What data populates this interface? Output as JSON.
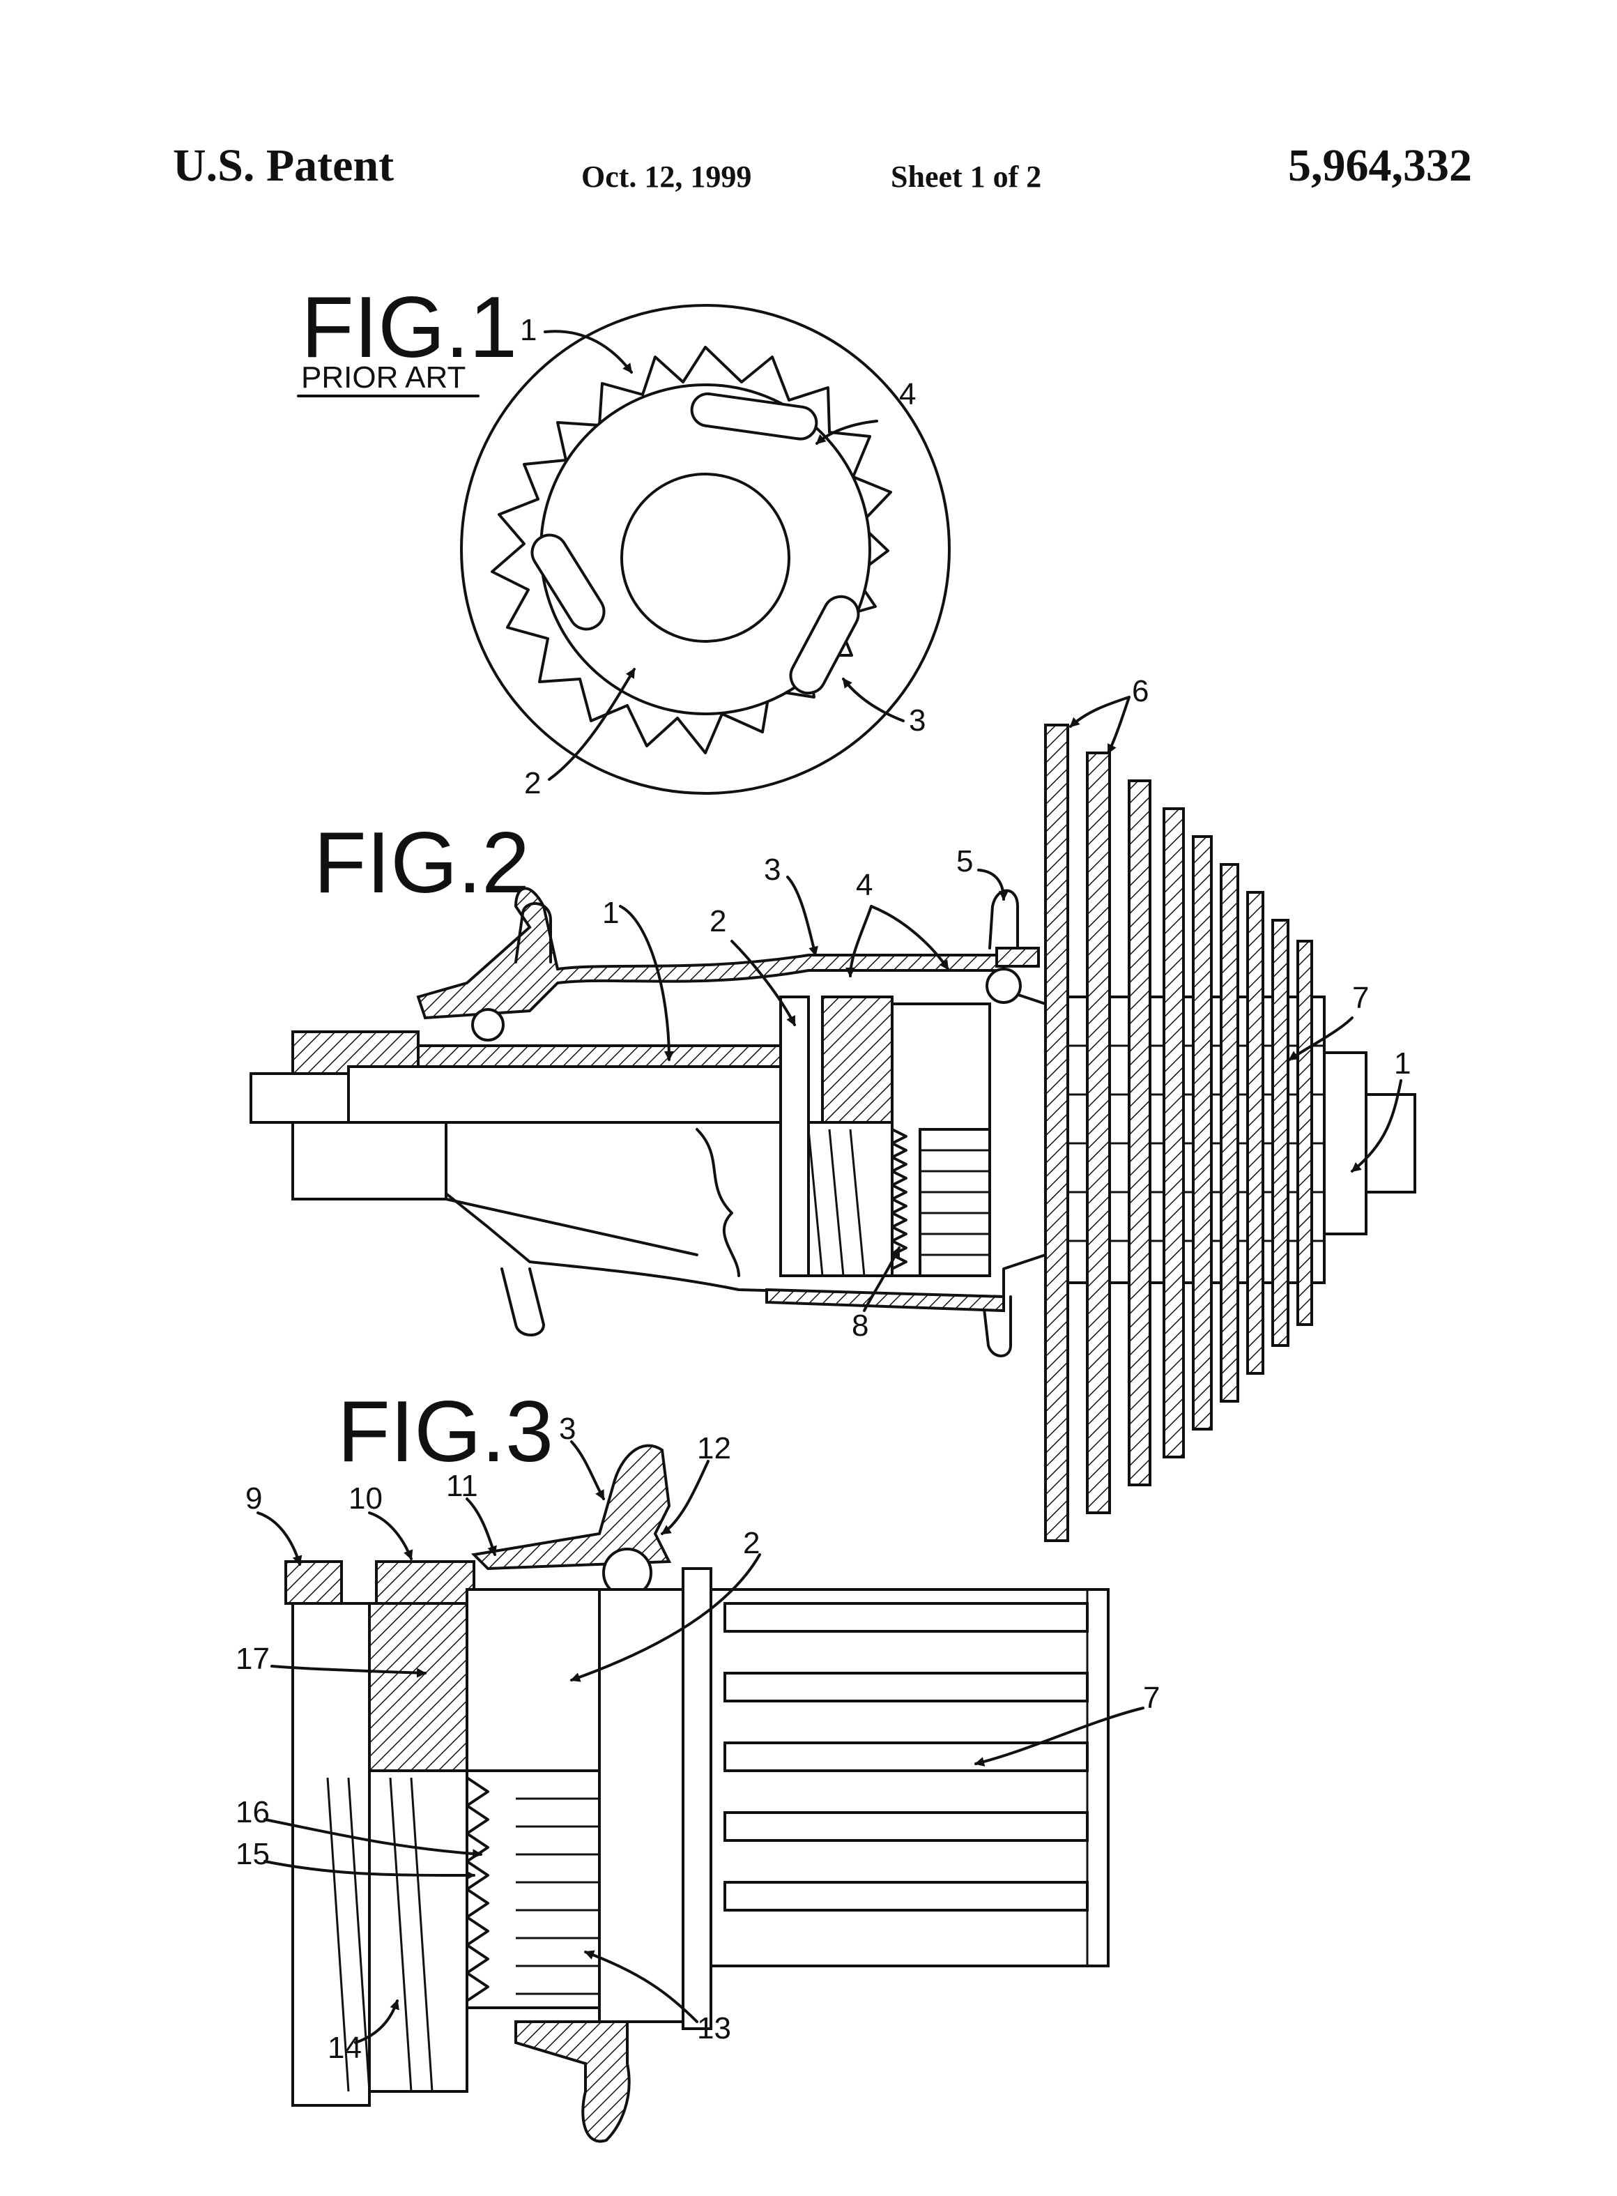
{
  "header": {
    "left": "U.S. Patent",
    "date": "Oct. 12, 1999",
    "sheet": "Sheet 1 of 2",
    "patent_number": "5,964,332"
  },
  "figures": {
    "fig1": {
      "label": "FIG.1",
      "sublabel": "PRIOR ART",
      "refs": [
        "1",
        "4",
        "3",
        "2"
      ]
    },
    "fig2": {
      "label": "FIG.2",
      "refs": [
        "6",
        "5",
        "3",
        "4",
        "2",
        "1",
        "7",
        "1",
        "8"
      ]
    },
    "fig3": {
      "label": "FIG.3",
      "refs": [
        "3",
        "12",
        "9",
        "10",
        "11",
        "2",
        "17",
        "7",
        "16",
        "15",
        "13",
        "14"
      ]
    }
  }
}
